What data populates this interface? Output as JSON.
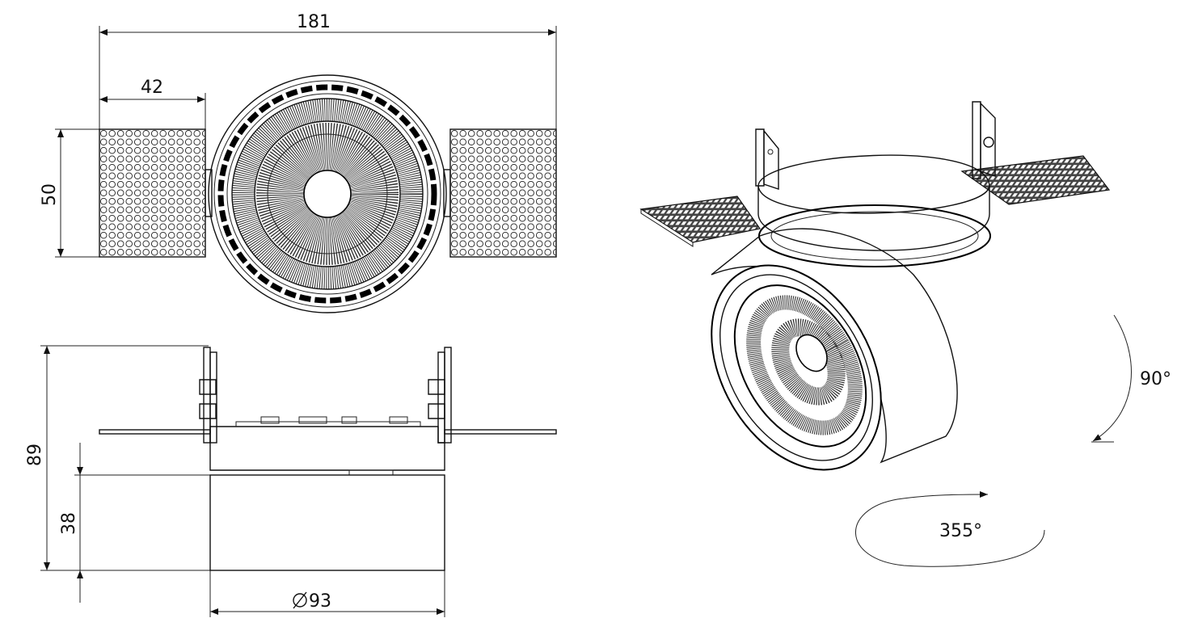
{
  "dimensions": {
    "overall_width": "181",
    "panel_width": "42",
    "panel_height": "50",
    "overall_height": "89",
    "head_height": "38",
    "diameter": "93"
  },
  "rotation": {
    "tilt": "90°",
    "pan": "355°"
  },
  "colors": {
    "line": "#111111",
    "background": "#ffffff"
  }
}
